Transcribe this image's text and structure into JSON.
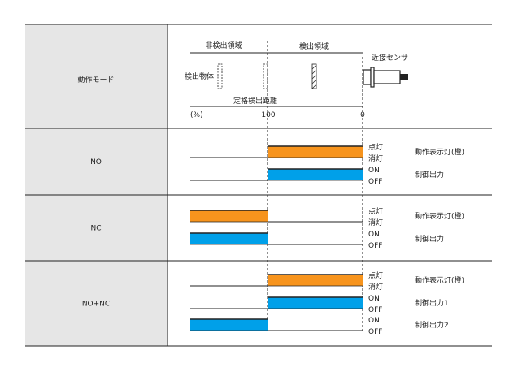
{
  "header": {
    "mode_label": "動作モード",
    "non_detect_area": "非検出領域",
    "detect_area": "検出領域",
    "proximity_sensor": "近接センサ",
    "target_object": "検出物体",
    "rated_distance": "定格検出距離",
    "percent_unit": "(%)",
    "tick_100": "100",
    "tick_0": "0"
  },
  "colors": {
    "indicator": "#f7941d",
    "output": "#00a0e9",
    "label_panel": "#e6e6e6",
    "line": "#222222"
  },
  "modes": [
    {
      "name": "NO",
      "signals": [
        {
          "kind": "indicator",
          "on_text": "点灯",
          "off_text": "消灯",
          "label": "動作表示灯(橙)",
          "active": "right"
        },
        {
          "kind": "output",
          "on_text": "ON",
          "off_text": "OFF",
          "label": "制御出力",
          "active": "right"
        }
      ]
    },
    {
      "name": "NC",
      "signals": [
        {
          "kind": "indicator",
          "on_text": "点灯",
          "off_text": "消灯",
          "label": "動作表示灯(橙)",
          "active": "left"
        },
        {
          "kind": "output",
          "on_text": "ON",
          "off_text": "OFF",
          "label": "制御出力",
          "active": "left"
        }
      ]
    },
    {
      "name": "NO+NC",
      "signals": [
        {
          "kind": "indicator",
          "on_text": "点灯",
          "off_text": "消灯",
          "label": "動作表示灯(橙)",
          "active": "right"
        },
        {
          "kind": "output",
          "on_text": "ON",
          "off_text": "OFF",
          "label": "制御出力1",
          "active": "right"
        },
        {
          "kind": "output",
          "on_text": "ON",
          "off_text": "OFF",
          "label": "制御出力2",
          "active": "left"
        }
      ]
    }
  ]
}
